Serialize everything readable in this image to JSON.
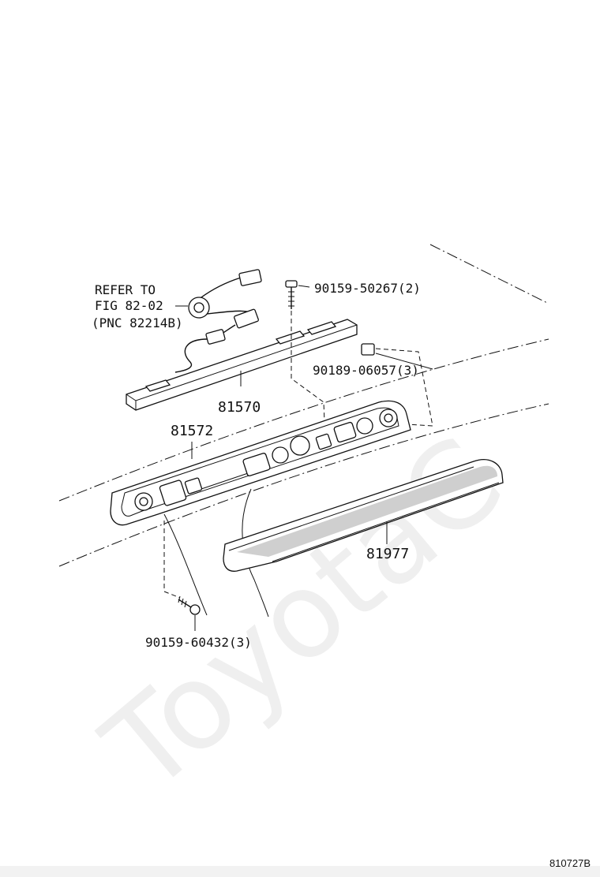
{
  "watermark": "ToyotaC",
  "reference_code": "810727B",
  "callouts": {
    "refer_line1": "REFER TO",
    "refer_line2": "FIG 82-02",
    "refer_line3": "(PNC 82214B)",
    "screw_top": "90159-50267(2)",
    "clip": "90189-06057(3)",
    "lamp_assy": "81570",
    "cover": "81572",
    "lens": "81977",
    "screw_bottom": "90159-60432(3)"
  }
}
